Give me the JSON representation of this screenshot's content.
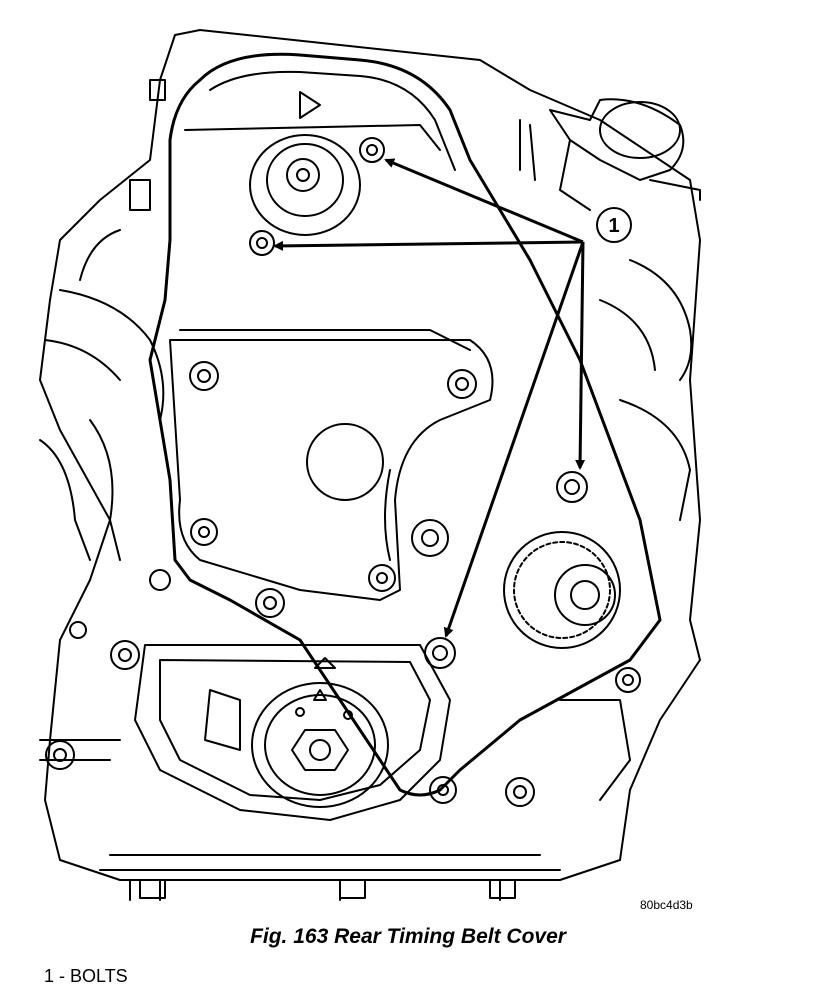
{
  "figure": {
    "reference_code": "80bc4d3b",
    "caption": "Fig. 163 Rear Timing Belt Cover",
    "callout": {
      "number": "1"
    },
    "legend": {
      "text": "1 - BOLTS"
    }
  }
}
